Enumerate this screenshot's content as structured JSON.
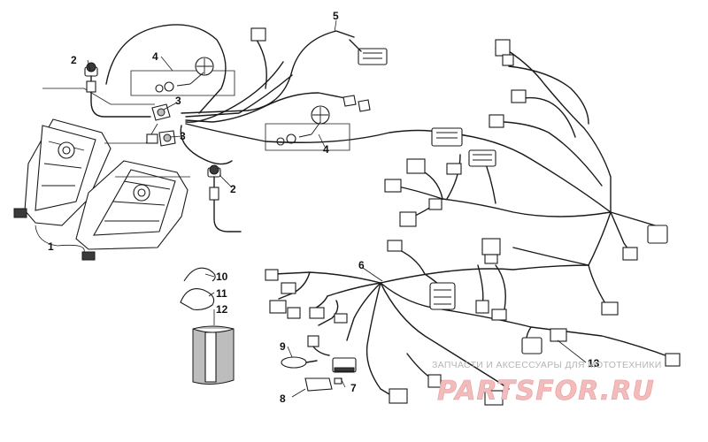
{
  "callouts": [
    {
      "id": "1",
      "label": "1"
    },
    {
      "id": "2a",
      "label": "2"
    },
    {
      "id": "2b",
      "label": "2"
    },
    {
      "id": "3a",
      "label": "3"
    },
    {
      "id": "3b",
      "label": "3"
    },
    {
      "id": "4a",
      "label": "4"
    },
    {
      "id": "4b",
      "label": "4"
    },
    {
      "id": "5",
      "label": "5"
    },
    {
      "id": "6",
      "label": "6"
    },
    {
      "id": "7",
      "label": "7"
    },
    {
      "id": "8",
      "label": "8"
    },
    {
      "id": "9",
      "label": "9"
    },
    {
      "id": "10",
      "label": "10"
    },
    {
      "id": "11",
      "label": "11"
    },
    {
      "id": "12",
      "label": "12"
    },
    {
      "id": "13",
      "label": "13"
    }
  ],
  "watermark": {
    "tagline": "ЗАПЧАСТИ И АКСЕССУАРЫ ДЛЯ МОТОТЕХНИКИ",
    "logo": "PARTSFOR.RU"
  }
}
